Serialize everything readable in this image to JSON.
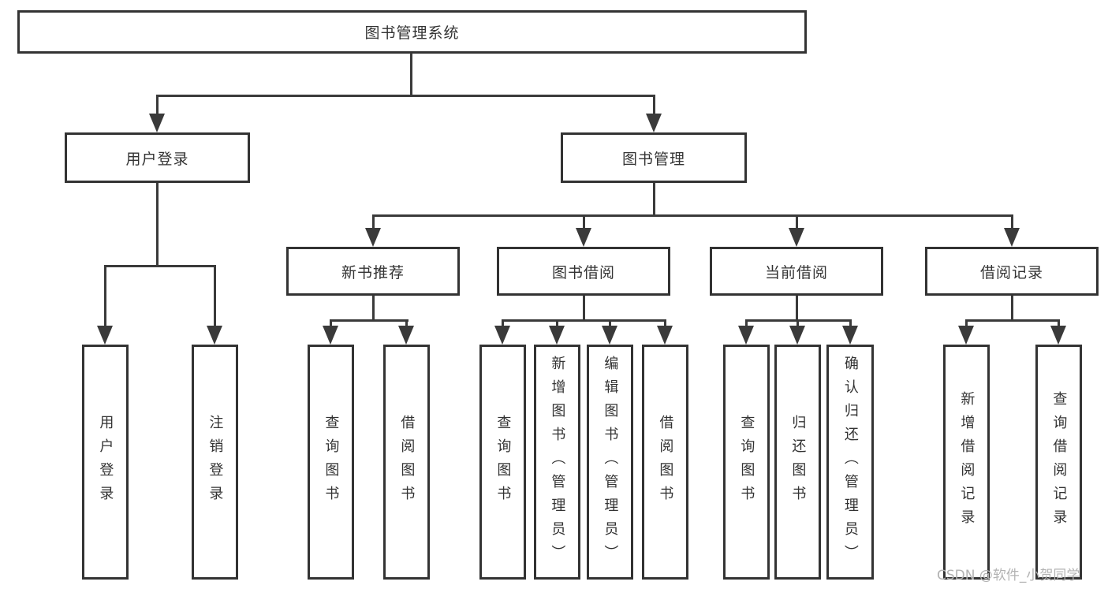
{
  "tree": {
    "label": "图书管理系统",
    "children": [
      {
        "label": "用户登录",
        "children": [
          {
            "label": "用户登录"
          },
          {
            "label": "注销登录"
          }
        ]
      },
      {
        "label": "图书管理",
        "children": [
          {
            "label": "新书推荐",
            "children": [
              {
                "label": "查询图书"
              },
              {
                "label": "借阅图书"
              }
            ]
          },
          {
            "label": "图书借阅",
            "children": [
              {
                "label": "查询图书"
              },
              {
                "label": "新增图书（管理员）"
              },
              {
                "label": "编辑图书（管理员）"
              },
              {
                "label": "借阅图书"
              }
            ]
          },
          {
            "label": "当前借阅",
            "children": [
              {
                "label": "查询图书"
              },
              {
                "label": "归还图书"
              },
              {
                "label": "确认归还（管理员）"
              }
            ]
          },
          {
            "label": "借阅记录",
            "children": [
              {
                "label": "新增借阅记录"
              },
              {
                "label": "查询借阅记录"
              }
            ]
          }
        ]
      }
    ]
  },
  "watermark": {
    "text": "CSDN @软件_小贺同学"
  },
  "colors": {
    "line": "#3a3a3a",
    "box_border": "#333333",
    "text": "#333333",
    "watermark": "#b3b3b3",
    "background": "#ffffff"
  }
}
